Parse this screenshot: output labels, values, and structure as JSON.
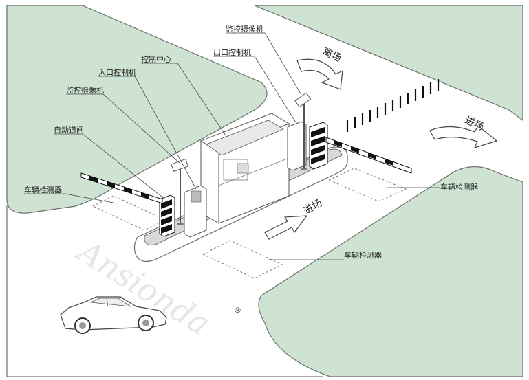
{
  "labels": {
    "monitor_camera_top": "监控摄像机",
    "exit_controller": "出口控制机",
    "control_center": "控制中心",
    "entry_controller": "入口控制机",
    "monitor_camera_left": "监控摄像机",
    "auto_barrier": "自动道闸",
    "vehicle_detector_left": "车辆检测器",
    "vehicle_detector_right": "车辆检测器",
    "vehicle_detector_bottom": "车辆检测器",
    "leave_area": "离场",
    "enter_area_right": "进场",
    "enter_area_center": "进场"
  },
  "watermark": "Ansionda",
  "registered_mark": "®",
  "colors": {
    "grass": "#cfe3d2",
    "outline": "#6c6c6c",
    "barrier_stripe": "#111111"
  }
}
